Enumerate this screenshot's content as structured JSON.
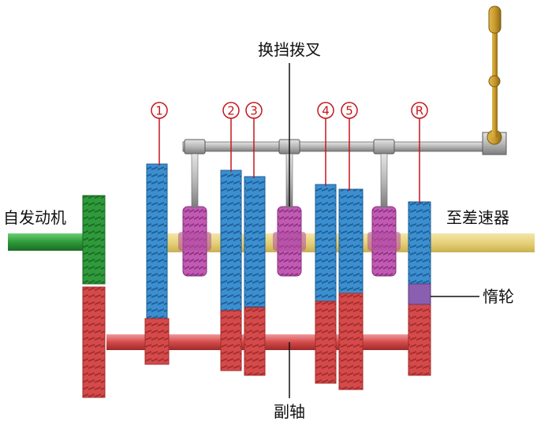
{
  "labels": {
    "shift_fork": "换挡拨叉",
    "from_engine": "自发动机",
    "to_differential": "至差速器",
    "idler": "惰轮",
    "countershaft": "副轴"
  },
  "gear_numbers": [
    "1",
    "2",
    "3",
    "4",
    "5",
    "R"
  ],
  "colors": {
    "input_shaft": "#2e9a3a",
    "output_shaft": "#e8d58a",
    "main_gears": "#3b8fd0",
    "counter_gears": "#d44a4a",
    "synchronizers": "#b04fa0",
    "idler_gear": "#8a5fb0",
    "shift_rod": "#b8b8b8",
    "lever": "#c99a2e",
    "number_circle": "#c4161c"
  }
}
